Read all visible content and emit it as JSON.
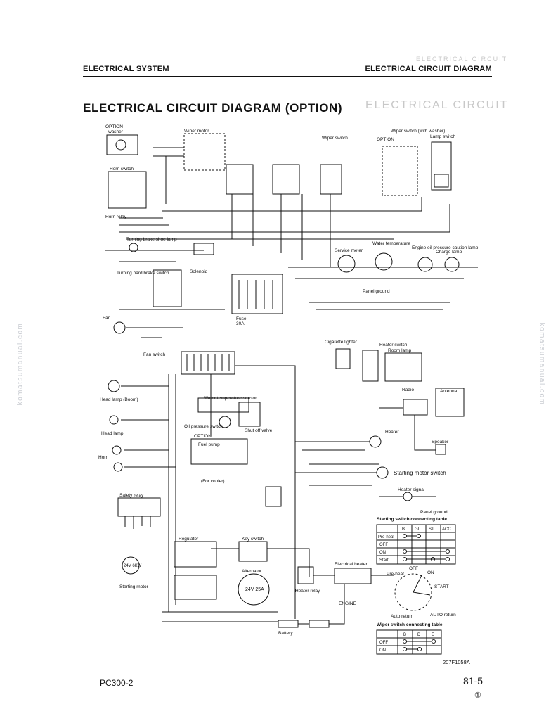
{
  "header": {
    "section": "ELECTRICAL SYSTEM",
    "right_title": "ELECTRICAL CIRCUIT DIAGRAM",
    "ghost_top": "ELECTRICAL CIRCUIT",
    "ghost_title": "ELECTRICAL CIRCUIT"
  },
  "title": "ELECTRICAL CIRCUIT DIAGRAM (OPTION)",
  "watermark": "komatsumanual.com",
  "labels": {
    "option_washer": "OPTION",
    "washer": "washer",
    "wiper_motor": "Wiper motor",
    "wiper_switch": "Wiper switch",
    "option2": "OPTION",
    "wiper_switch_washer": "Wiper switch (with washer)",
    "lamp_switch": "Lamp switch",
    "horn_switch": "Horn switch",
    "horn_relay": "Horn relay",
    "turning_brake_lamp": "Turning brake shoe lamp",
    "turning_hard_brake": "Turning hard brake switch",
    "solenoid": "Solenoid",
    "service_meter": "Service meter",
    "water_temperature": "Water temperature",
    "engine_oil": "Engine oil pressure caution lamp",
    "charge_lamp": "Charge lamp",
    "panel_ground": "Panel ground",
    "fuse": "Fuse",
    "fuse_rating": "30A",
    "fan": "Fan",
    "fan_switch": "Fan switch",
    "cigarette_lighter": "Cigarette lighter",
    "heater_switch": "Heater switch",
    "room_lamp": "Room lamp",
    "head_lamp_boom": "Head lamp (Boom)",
    "head_lamp": "Head lamp",
    "horn": "Horn",
    "water_temp_sensor": "Water temperature sensor",
    "oil_pressure_switch": "Oil pressure switch",
    "shut_off_valve": "Shut off valve",
    "option3": "OPTION",
    "fuel_pump": "Fuel pump",
    "for_cooler": "(For cooler)",
    "radio": "Radio",
    "antenna": "Antenna",
    "speaker": "Speaker",
    "heater": "Heater",
    "starting_motor_switch": "Starting motor switch",
    "heater_signal": "Heater signal",
    "panel_ground2": "Panel ground",
    "safety_relay": "Safety relay",
    "regulator": "Regulator",
    "key_switch": "Key switch",
    "alternator": "Alternator",
    "alt_rating": "24V 25A",
    "electric_heater": "Electrical heater",
    "heater_relay": "Heater relay",
    "engine": "ENGINE",
    "battery": "Battery",
    "starting_motor": "Starting motor",
    "motor_rating": "24V 6KW",
    "sw_pre_heat": "Pre-heat",
    "sw_off": "OFF",
    "sw_on": "ON",
    "sw_start": "START",
    "sw_auto_return": "Auto return",
    "sw_auto_return2": "AUTO return",
    "figure_no": "207F1058A"
  },
  "starting_table": {
    "title": "Starting switch connecting table",
    "columns": [
      "",
      "B",
      "GL",
      "ST",
      "ACC"
    ],
    "rows": [
      "Pre-heat",
      "OFF",
      "ON",
      "Start"
    ]
  },
  "wiper_table": {
    "title": "Wiper switch connecting table",
    "columns": [
      "",
      "B",
      "D",
      "E"
    ],
    "rows": [
      "OFF",
      "ON"
    ]
  },
  "footer": {
    "model": "PC300-2",
    "page": "81-5",
    "rev": "①"
  }
}
